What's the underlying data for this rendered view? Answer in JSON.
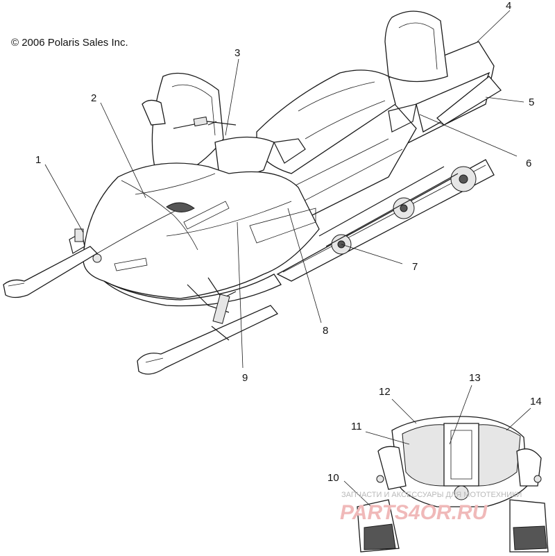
{
  "copyright": "© 2006 Polaris Sales Inc.",
  "callouts": [
    "1",
    "2",
    "3",
    "4",
    "5",
    "6",
    "7",
    "8",
    "9",
    "10",
    "11",
    "12",
    "13",
    "14"
  ],
  "watermark": {
    "top": "ЗАПЧАСТИ И АКСЕССУАРЫ ДЛЯ МОТОТЕХНИКИ",
    "bottom": "PARTS4OR.RU"
  }
}
